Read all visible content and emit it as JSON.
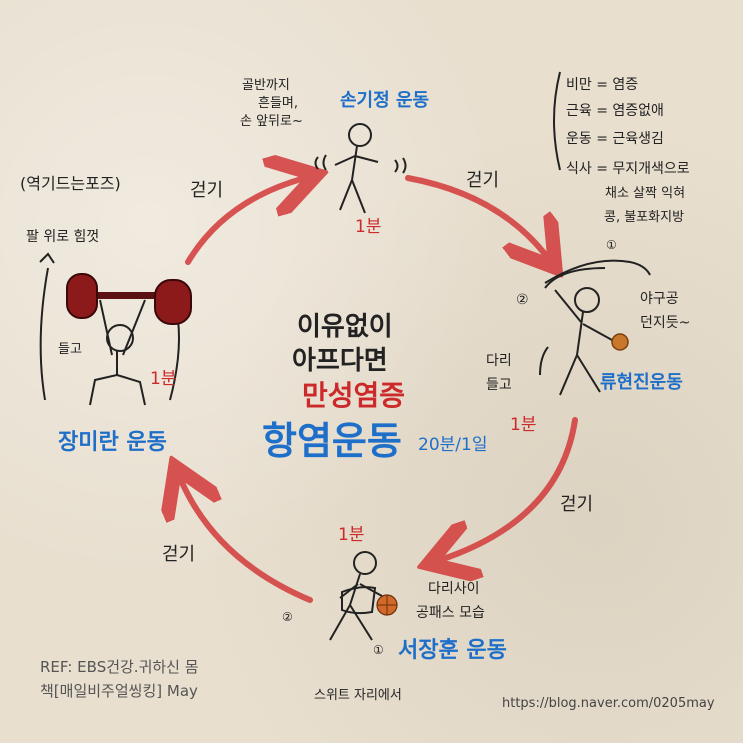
{
  "center": {
    "line1": "이유없이",
    "line2": "아프다면",
    "line3": "만성염증",
    "line4": "항염운동",
    "duration": "20분/1일"
  },
  "exercises": {
    "son": {
      "name": "손기정 운동",
      "duration": "1분",
      "note1": "골반까지",
      "note2": "흔들며,",
      "note3": "손 앞뒤로~"
    },
    "ryu": {
      "name": "류현진운동",
      "duration": "1분",
      "note1": "야구공",
      "note2": "던지듯~",
      "leg1": "다리",
      "leg2": "들고",
      "step1": "①",
      "step2": "②"
    },
    "seo": {
      "name": "서장훈 운동",
      "duration": "1분",
      "note1": "다리사이",
      "note2": "공패스 모습",
      "note3": "스위트 자리에서",
      "step1": "①",
      "step2": "②"
    },
    "jang": {
      "name": "장미란 운동",
      "duration": "1분",
      "note1": "(역기드는포즈)",
      "note2": "팔 위로 힘껏",
      "note3": "들고"
    }
  },
  "walk_label": "걷기",
  "legend": {
    "l1": "비만 = 염증",
    "l2": "근육 = 염증없애",
    "l3": "운동 = 근육생김",
    "l4": "식사 = 무지개색으로",
    "l5": "채소 살짝 익혀",
    "l6": "콩, 불포화지방"
  },
  "footer": {
    "ref1": "REF: EBS건강.귀하신 몸",
    "ref2": "책[매일비주얼씽킹] May",
    "url": "https://blog.naver.com/0205may"
  },
  "colors": {
    "arrow": "#d23a3a",
    "blue": "#1e6fc9",
    "red": "#cc2a2a",
    "barbell": "#7a1515"
  }
}
